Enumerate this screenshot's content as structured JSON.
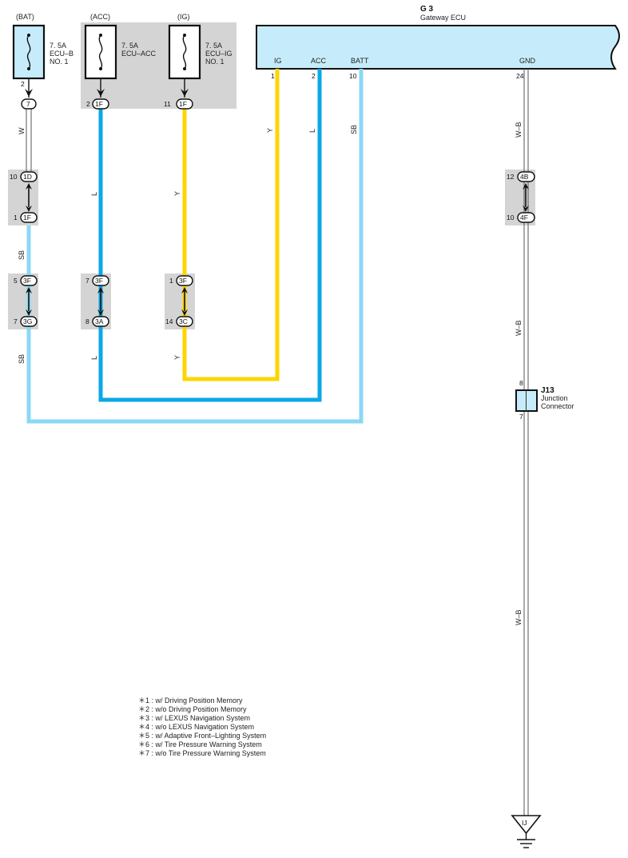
{
  "colors": {
    "light_blue": "#8ad8f5",
    "blue": "#0aa8e6",
    "yellow": "#ffd400",
    "gray": "#d4d4d4",
    "ecu_fill": "#c6ecfb"
  },
  "ecu": {
    "code": "G 3",
    "name": "Gateway ECU",
    "terminals": [
      {
        "label": "IG",
        "pin": "1"
      },
      {
        "label": "ACC",
        "pin": "2"
      },
      {
        "label": "BATT",
        "pin": "10"
      },
      {
        "label": "GND",
        "pin": "24"
      }
    ]
  },
  "fuses": [
    {
      "source": "(BAT)",
      "rating": "7. 5A",
      "name1": "ECU–B",
      "name2": "NO. 1"
    },
    {
      "source": "(ACC)",
      "rating": "7. 5A",
      "name1": "ECU–ACC",
      "name2": ""
    },
    {
      "source": "(IG)",
      "rating": "7. 5A",
      "name1": "ECU–IG",
      "name2": "NO. 1"
    }
  ],
  "connectors": {
    "bat_top": {
      "pin": "2",
      "code": "7"
    },
    "acc_top": {
      "pin": "2",
      "code": "1F"
    },
    "ig_top": {
      "pin": "11",
      "code": "1F"
    },
    "bat_j1a": {
      "pin": "10",
      "code": "1D"
    },
    "bat_j1b": {
      "pin": "1",
      "code": "1F"
    },
    "bat_j2a": {
      "pin": "5",
      "code": "3F"
    },
    "bat_j2b": {
      "pin": "7",
      "code": "3G"
    },
    "acc_ja": {
      "pin": "7",
      "code": "3F"
    },
    "acc_jb": {
      "pin": "8",
      "code": "3A"
    },
    "ig_ja": {
      "pin": "1",
      "code": "3F"
    },
    "ig_jb": {
      "pin": "14",
      "code": "3C"
    },
    "gnd_ja": {
      "pin": "12",
      "code": "4B"
    },
    "gnd_jb": {
      "pin": "10",
      "code": "4F"
    }
  },
  "wire_colors": {
    "w": "W",
    "sb": "SB",
    "l": "L",
    "y": "Y",
    "wb": "W–B"
  },
  "junction": {
    "code": "J13",
    "name1": "Junction",
    "name2": "Connector",
    "pin_in": "8",
    "pin_out": "7"
  },
  "ground": {
    "label": "IJ"
  },
  "notes": [
    "＊1 : w/ Driving Position Memory",
    "＊2 : w/o Driving Position Memory",
    "＊3 : w/ LEXUS Navigation System",
    "＊4 : w/o LEXUS Navigation System",
    "＊5 : w/ Adaptive Front–Lighting System",
    "＊6 : w/ Tire Pressure Warning System",
    "＊7 : w/o Tire Pressure Warning System"
  ]
}
